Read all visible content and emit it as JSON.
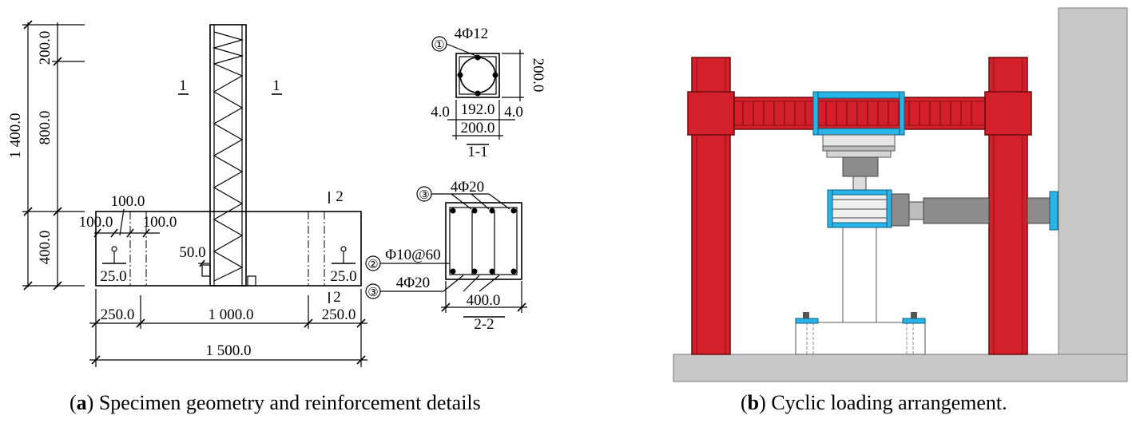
{
  "panel_a": {
    "dims": {
      "h_200": "200.0",
      "h_800": "800.0",
      "h_1400": "1 400.0",
      "h_400": "400.0",
      "d_100_top": "100.0",
      "d_100_left": "100.0",
      "d_100_right": "100.0",
      "d_50": "50.0",
      "d_25_left": "25.0",
      "d_25_right": "25.0",
      "w_250_left": "250.0",
      "w_1000": "1 000.0",
      "w_250_right": "250.0",
      "w_1500": "1 500.0"
    },
    "section_marks": {
      "s1_left": "1",
      "s1_right": "1",
      "s2_top": "2",
      "s2_bottom": "2"
    },
    "section_11": {
      "bar_label": "4Φ12",
      "marker": "①",
      "height": "200.0",
      "cover_left": "4.0",
      "inner": "192.0",
      "cover_right": "4.0",
      "width": "200.0",
      "title": "1-1"
    },
    "section_22": {
      "top_bars": "4Φ20",
      "stirrup": "Φ10@60",
      "bottom_bars": "4Φ20",
      "marker_top": "③",
      "marker_mid": "②",
      "marker_bot": "③",
      "width": "400.0",
      "title": "2-2"
    },
    "caption_letter": "a",
    "caption_text": " Specimen geometry and reinforcement details"
  },
  "panel_b": {
    "caption_letter": "b",
    "caption_text": " Cyclic loading arrangement.",
    "colors": {
      "frame_red": "#d4202a",
      "plate_blue": "#29b5e8",
      "actuator_gray": "#8c8c8c",
      "wall_gray": "#c8c8c8"
    }
  }
}
